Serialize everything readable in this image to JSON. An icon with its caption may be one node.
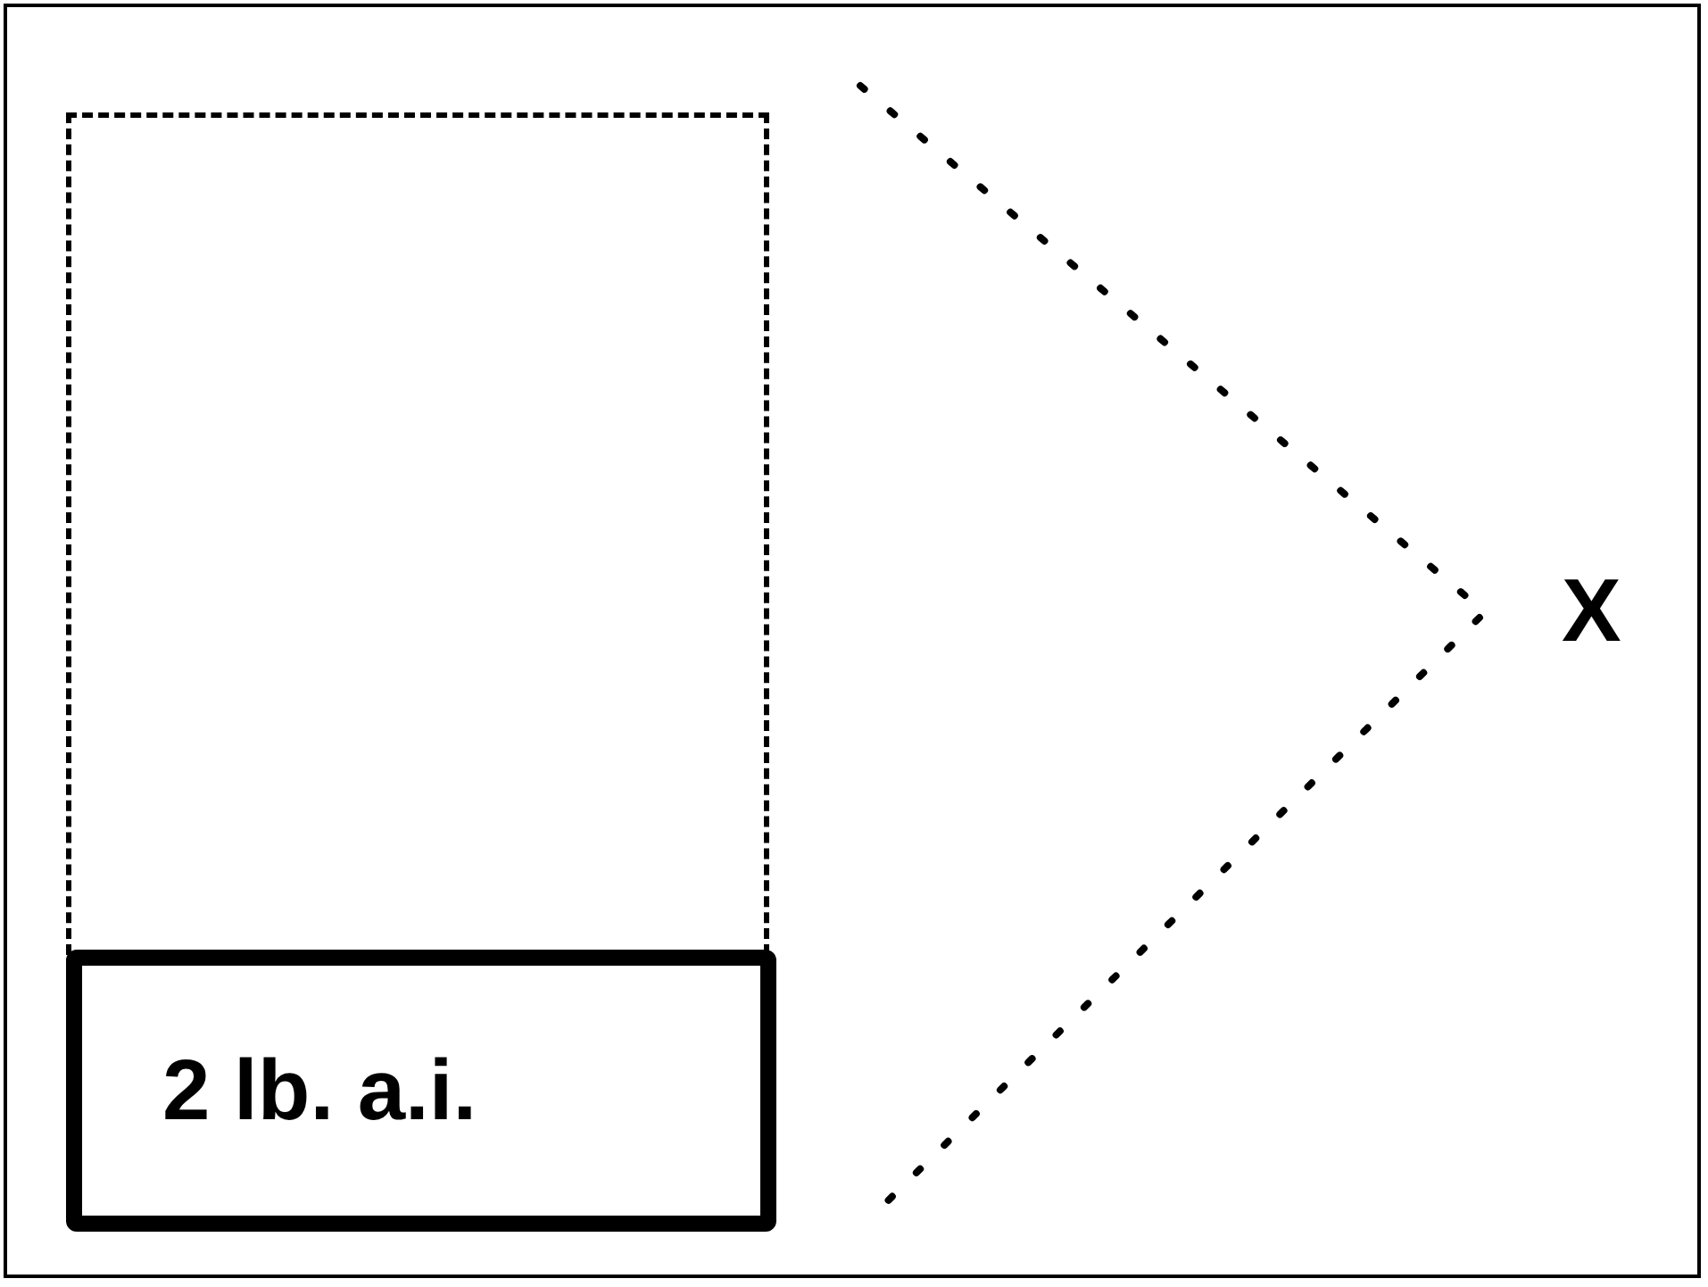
{
  "diagram": {
    "nodes": [
      {
        "text": [],
        "shape": "box"
      },
      {
        "text": [
          "2 lb. a.i."
        ]
      }
    ],
    "labels": [
      "X"
    ]
  }
}
